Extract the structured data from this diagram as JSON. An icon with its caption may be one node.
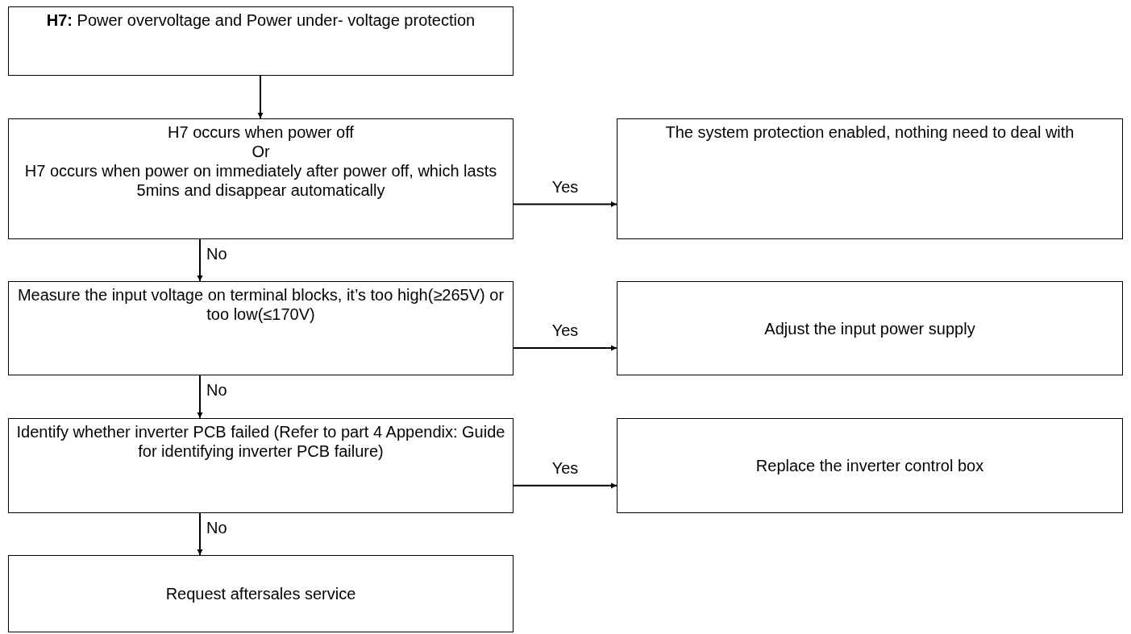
{
  "diagram": {
    "nodes": [
      {
        "text": [
          "**H7:** Power overvoltage and Power under- voltage protection"
        ]
      },
      {
        "text": [
          "H7 occurs when power off",
          "Or",
          "H7 occurs when power on immediately after power off, which lasts 5mins and disappear automatically"
        ]
      },
      {
        "text": [
          "The system protection enabled, nothing need to deal with"
        ]
      },
      {
        "text": [
          "Measure the input voltage on terminal blocks, it’s too high(≥265V) or too low(≤170V)"
        ]
      },
      {
        "text": [
          "Adjust the input power supply"
        ]
      },
      {
        "text": [
          "Identify whether inverter PCB failed (Refer to part 4 Appendix: Guide for identifying inverter PCB failure)"
        ]
      },
      {
        "text": [
          "Replace the inverter control box"
        ]
      },
      {
        "text": [
          "Request aftersales service"
        ]
      }
    ],
    "edges": [
      {
        "from": 0,
        "to": 1,
        "arrow": "to"
      },
      {
        "from": 1,
        "to": 2,
        "arrow": "to",
        "label": "Yes"
      },
      {
        "from": 1,
        "to": 3,
        "arrow": "to",
        "label": "No"
      },
      {
        "from": 3,
        "to": 4,
        "arrow": "to",
        "label": "Yes"
      },
      {
        "from": 3,
        "to": 5,
        "arrow": "to",
        "label": "No"
      },
      {
        "from": 5,
        "to": 6,
        "arrow": "to",
        "label": "Yes"
      },
      {
        "from": 5,
        "to": 7,
        "arrow": "to",
        "label": "No"
      }
    ]
  }
}
